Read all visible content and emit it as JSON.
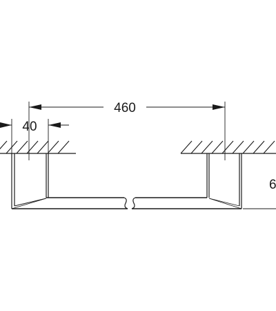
{
  "dimensions": {
    "overall_width": "460",
    "projection_depth": "40",
    "height_partial": "6"
  },
  "colors": {
    "line": "#1a1a1a",
    "background": "#ffffff"
  }
}
